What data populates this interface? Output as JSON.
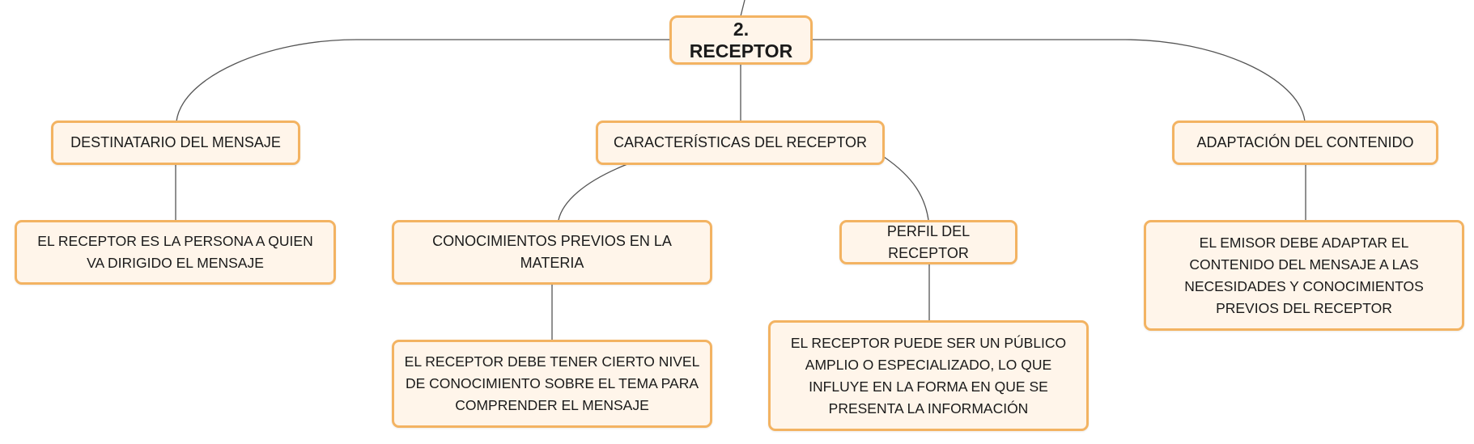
{
  "diagram": {
    "root": "2. RECEPTOR",
    "branches": [
      {
        "label": "DESTINATARIO DEL MENSAJE",
        "detail": "EL RECEPTOR ES LA PERSONA A QUIEN VA DIRIGIDO EL MENSAJE"
      },
      {
        "label": "CARACTERÍSTICAS DEL RECEPTOR",
        "children": [
          {
            "label": "CONOCIMIENTOS PREVIOS EN LA MATERIA",
            "detail": "EL RECEPTOR DEBE TENER CIERTO NIVEL DE CONOCIMIENTO SOBRE EL TEMA PARA COMPRENDER EL MENSAJE"
          },
          {
            "label": "PERFIL DEL RECEPTOR",
            "detail": "EL RECEPTOR PUEDE SER UN PÚBLICO AMPLIO O ESPECIALIZADO, LO QUE INFLUYE EN LA FORMA EN QUE SE PRESENTA LA INFORMACIÓN"
          }
        ]
      },
      {
        "label": "ADAPTACIÓN DEL CONTENIDO",
        "detail": "EL EMISOR DEBE ADAPTAR EL CONTENIDO DEL MENSAJE A LAS NECESIDADES Y CONOCIMIENTOS PREVIOS DEL RECEPTOR"
      }
    ]
  },
  "colors": {
    "node_border": "#f3b362",
    "node_fill": "#fff5ea",
    "connector": "#555555",
    "text": "#1a1a1a"
  }
}
